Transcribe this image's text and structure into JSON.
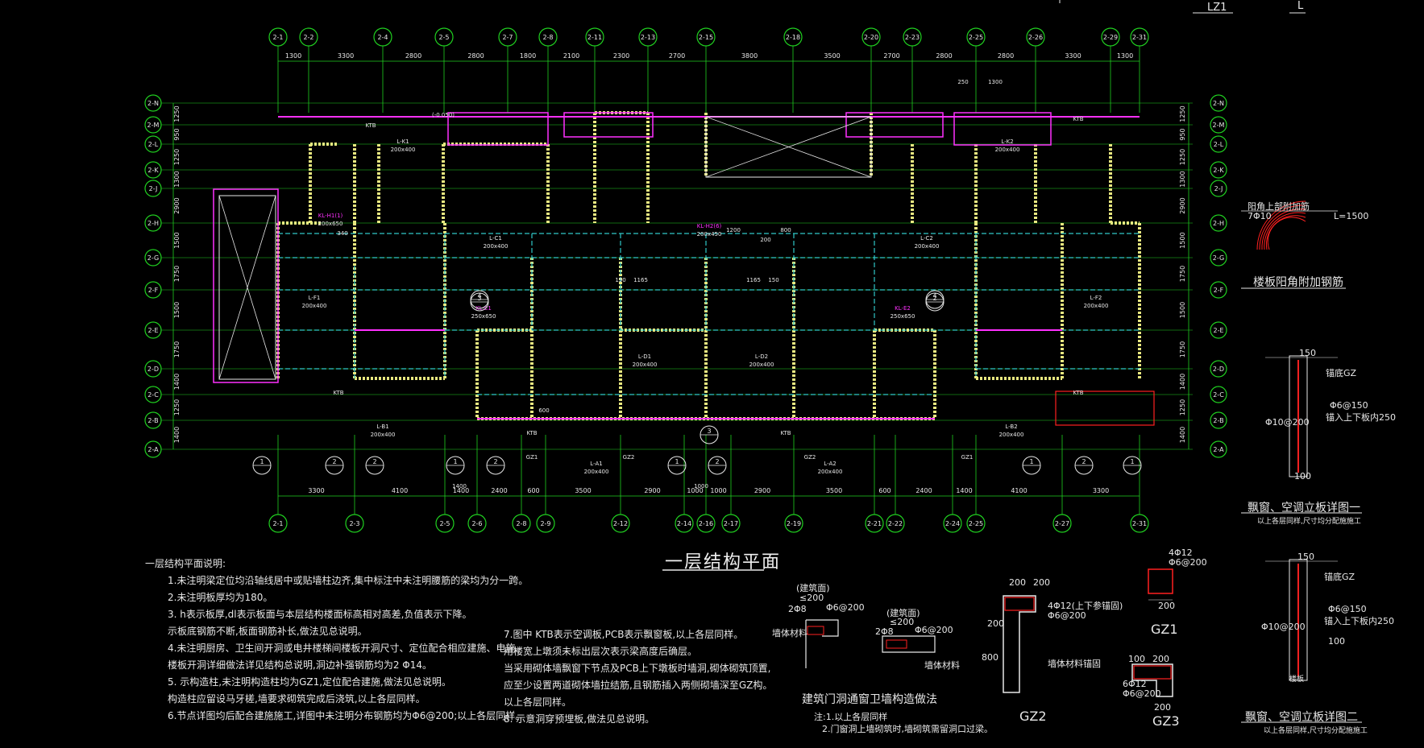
{
  "colors": {
    "background": "#000000",
    "axis": "#20d020",
    "wall": "#e8e880",
    "beam": "#30c8c8",
    "slab": "#ff30ff",
    "text": "#e8e8e8",
    "accent": "#f4f400",
    "red": "#ff2020"
  },
  "top_right": {
    "tag": "LZ1",
    "tag2": "L"
  },
  "axes_top": [
    "2-1",
    "2-2",
    "2-4",
    "2-5",
    "2-7",
    "2-8",
    "2-11",
    "2-13",
    "2-15",
    "2-18",
    "2-20",
    "2-23",
    "2-25",
    "2-26",
    "2-29",
    "2-31"
  ],
  "dims_top": [
    "1300",
    "3300",
    "2800",
    "2800",
    "1800",
    "2100",
    "2300",
    "2700",
    "3800",
    "3500",
    "2700",
    "2800",
    "2800",
    "3300",
    "1300"
  ],
  "axes_bottom": [
    "2-1",
    "2-3",
    "2-5",
    "2-6",
    "2-8",
    "2-9",
    "2-12",
    "2-14",
    "2-16",
    "2-17",
    "2-19",
    "2-21",
    "2-22",
    "2-24",
    "2-25",
    "2-27",
    "2-31"
  ],
  "dims_bottom": [
    "3300",
    "4100",
    "1400",
    "2400",
    "600",
    "3500",
    "2900",
    "1000",
    "1000",
    "2900",
    "3500",
    "600",
    "2400",
    "1400",
    "4100",
    "3300"
  ],
  "axes_left": [
    "2-N",
    "2-M",
    "2-L",
    "2-K",
    "2-J",
    "2-H",
    "2-G",
    "2-F",
    "2-E",
    "2-D",
    "2-C",
    "2-B",
    "2-A"
  ],
  "dims_right": [
    "1250",
    "950",
    "1250",
    "1300",
    "2900",
    "1500",
    "1750",
    "1500",
    "1750",
    "1400",
    "1250",
    "1400"
  ],
  "beam_labels": [
    {
      "t": "L-K1"
    },
    {
      "t": "200x400"
    },
    {
      "t": "KTB"
    },
    {
      "t": "KL-H1(1)"
    },
    {
      "t": "200x650"
    },
    {
      "t": "L-C1"
    },
    {
      "t": "200x400"
    },
    {
      "t": "L-C2"
    },
    {
      "t": "200x400"
    },
    {
      "t": "KL-H2(6)"
    },
    {
      "t": "200x450"
    },
    {
      "t": "L-F1"
    },
    {
      "t": "200x400"
    },
    {
      "t": "L-F2"
    },
    {
      "t": "200x400"
    },
    {
      "t": "L-B1"
    },
    {
      "t": "200x400"
    },
    {
      "t": "L-B2"
    },
    {
      "t": "200x400"
    },
    {
      "t": "L-A1"
    },
    {
      "t": "200x400"
    },
    {
      "t": "L-A2"
    },
    {
      "t": "200x400"
    },
    {
      "t": "KL-E1"
    },
    {
      "t": "250x650"
    },
    {
      "t": "KL-E2"
    },
    {
      "t": "250x650"
    },
    {
      "t": "L-D1"
    },
    {
      "t": "200x400"
    },
    {
      "t": "L-D2"
    },
    {
      "t": "200x400"
    },
    {
      "t": "L-K2"
    },
    {
      "t": "200x400"
    },
    {
      "t": "KTB"
    },
    {
      "t": "KTB"
    },
    {
      "t": "KTB"
    },
    {
      "t": "KTB"
    },
    {
      "t": "KTB"
    },
    {
      "t": "GZ1"
    },
    {
      "t": "GZ2"
    },
    {
      "t": "GZ2"
    },
    {
      "t": "GZ1"
    }
  ],
  "misc_labels": [
    "250",
    "1300",
    "(-0.050)",
    "1200",
    "200",
    "800",
    "150",
    "1165",
    "1165",
    "150",
    "600",
    "340",
    "1400",
    "1000"
  ],
  "bubble_labels": [
    "1",
    "2",
    "2",
    "1",
    "2",
    "1",
    "2",
    "3",
    "3",
    "2",
    "1",
    "2",
    "1",
    "4",
    "4"
  ],
  "notes_left": {
    "title": "一层结构平面说明:",
    "lines": [
      "1.未注明梁定位均沿轴线居中或贴墙柱边齐,集中标注中未注明腰筋的梁均为分一跨。",
      "2.未注明板厚均为180。",
      "3.        h表示板厚,dl表示板面与本层结构楼面标高相对高差,负值表示下降。",
      "                示板底钢筋不断,板面钢筋补长,做法见总说明。",
      "4.未注明厨房、卫生间开洞或电井楼梯间楼板开洞尺寸、定位配合相应建施、电施。",
      "    楼板开洞详细做法详见结构总说明,洞边补强钢筋均为2 Φ14。",
      "5.   示构造柱,未注明构造柱均为GZ1,定位配合建施,做法见总说明。",
      "    构造柱应留设马牙槎,墙要求砌筑完成后浇筑,以上各层同样。",
      "6.节点详图均后配合建施施工,详图中未注明分布钢筋均为Φ6@200;以上各层同样。"
    ]
  },
  "notes_right": {
    "lines": [
      "7.图中 KTB表示空调板,PCB表示飘窗板,以上各层同样。",
      "    用楼宽上墩须未标出层次表示梁高度后确层。",
      "    当采用砌体墙飘窗下节点及PCB上下墩板时墙洞,砌体砌筑顶置,",
      "    应至少设置两道砌体墙拉结筋,且钢筋插入两侧砌墙深至GZ构。",
      "    以上各层同样。",
      "8.   示意洞穿预埋板,做法见总说明。"
    ]
  },
  "drawing_title": "一层结构平面",
  "detail_door": {
    "title": "建筑门洞通窗卫墙构造做法",
    "note1": "注:1.以上各层同样",
    "note2": "2.门窗洞上墙砌筑时,墙砌筑需留洞口过梁。",
    "labels": [
      "(建筑面)",
      "≤200",
      "2Φ8",
      "Φ6@200",
      "(建筑面)",
      "≤200",
      "2Φ8",
      "Φ6@200",
      "墙体材料",
      "墙体材料"
    ]
  },
  "detail_gz2": {
    "title": "GZ2",
    "labels": [
      "200",
      "200",
      "4Φ12(上下参锚固)",
      "Φ6@200",
      "墙体材料锚固",
      "800",
      "200"
    ]
  },
  "detail_gz1": {
    "title": "GZ1",
    "labels": [
      "4Φ12",
      "Φ6@200",
      "200"
    ]
  },
  "detail_gz3": {
    "title": "GZ3",
    "labels": [
      "100",
      "200",
      "6Φ12",
      "Φ6@200",
      "200"
    ]
  },
  "detail_corner": {
    "title": "楼板阳角附加钢筋",
    "labels": [
      "阳角上部附加筋",
      "7Φ10",
      "L=1500"
    ]
  },
  "detail_bay1": {
    "title": "飘窗、空调立板详图一",
    "sub": "以上各层同样,尺寸均分配施施工",
    "labels": [
      "150",
      "锚底GZ",
      "Φ6@150",
      "锚入上下板内250",
      "Φ10@200",
      "100"
    ]
  },
  "detail_bay2": {
    "title": "飘窗、空调立板详图二",
    "sub": "以上各层同样,尺寸均分配施施工",
    "labels": [
      "150",
      "锚底GZ",
      "Φ6@150",
      "锚入上下板内250",
      "Φ10@200",
      "100",
      "楼板"
    ]
  }
}
